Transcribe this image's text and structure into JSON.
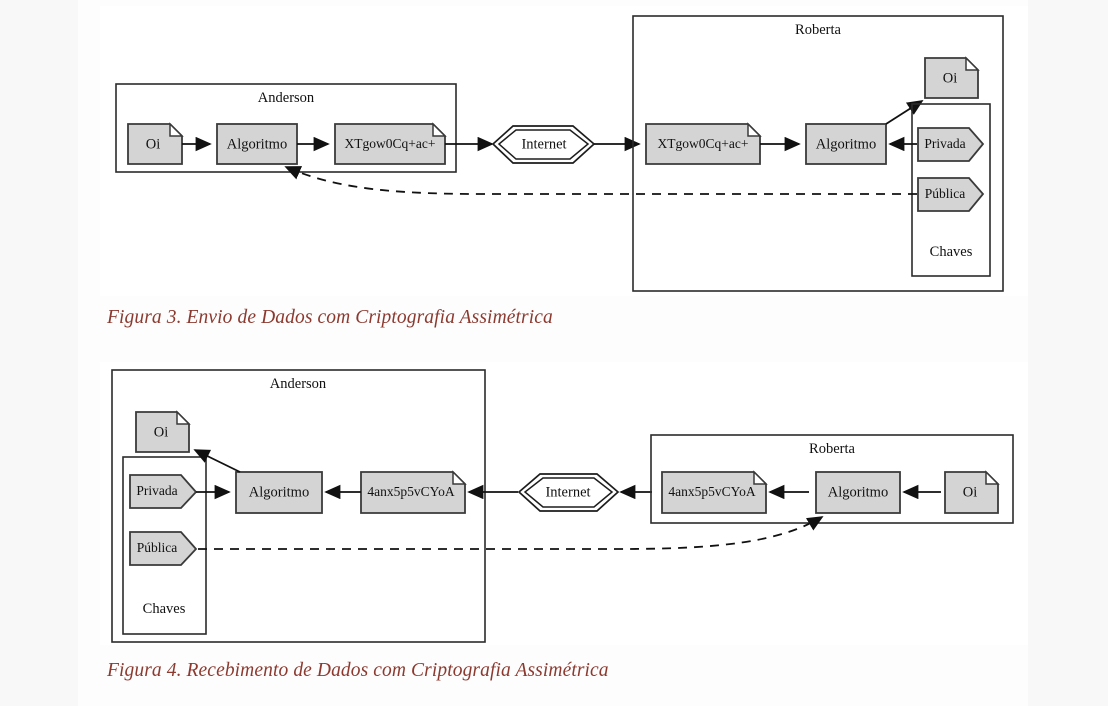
{
  "page": {
    "background_color": "#f8f8f8",
    "article_background_color": "#fdfdfd",
    "figure_background_color": "#ffffff",
    "caption_color": "#8c3a30",
    "node_fill_color": "#d4d4d4",
    "node_stroke_color": "#3a3a3a"
  },
  "figures": [
    {
      "id": "figure-3",
      "caption": "Figura 3. Envio de Dados com Criptografia Assimétrica",
      "containers": {
        "sender": "Anderson",
        "receiver": "Roberta",
        "keys": "Chaves"
      },
      "nodes": {
        "sender_plaintext": "Oi",
        "sender_algorithm": "Algoritmo",
        "sender_ciphertext": "XTgow0Cq+ac+",
        "network": "Internet",
        "receiver_ciphertext": "XTgow0Cq+ac+",
        "receiver_algorithm": "Algoritmo",
        "receiver_plaintext": "Oi",
        "key_private": "Privada",
        "key_public": "Pública"
      }
    },
    {
      "id": "figure-4",
      "caption": "Figura 4. Recebimento de Dados com Criptografia Assimétrica",
      "containers": {
        "receiver": "Anderson",
        "sender": "Roberta",
        "keys": "Chaves"
      },
      "nodes": {
        "receiver_plaintext": "Oi",
        "receiver_algorithm": "Algoritmo",
        "receiver_ciphertext": "4anx5p5vCYoA",
        "network": "Internet",
        "sender_ciphertext": "4anx5p5vCYoA",
        "sender_algorithm": "Algoritmo",
        "sender_plaintext": "Oi",
        "key_private": "Privada",
        "key_public": "Pública"
      }
    }
  ],
  "chart_data": {
    "type": "diagram",
    "title": "Criptografia Assimétrica — Envio e Recebimento de Dados",
    "diagrams": [
      {
        "name": "Figura 3. Envio de Dados com Criptografia Assimétrica",
        "nodes": [
          {
            "id": "a-oi",
            "label": "Oi",
            "shape": "document",
            "container": "Anderson"
          },
          {
            "id": "a-alg",
            "label": "Algoritmo",
            "shape": "rect",
            "container": "Anderson"
          },
          {
            "id": "a-ct",
            "label": "XTgow0Cq+ac+",
            "shape": "document",
            "container": "Anderson"
          },
          {
            "id": "net",
            "label": "Internet",
            "shape": "octagon",
            "container": null
          },
          {
            "id": "r-ct",
            "label": "XTgow0Cq+ac+",
            "shape": "document",
            "container": "Roberta"
          },
          {
            "id": "r-alg",
            "label": "Algoritmo",
            "shape": "rect",
            "container": "Roberta"
          },
          {
            "id": "r-oi",
            "label": "Oi",
            "shape": "document",
            "container": "Roberta"
          },
          {
            "id": "r-priv",
            "label": "Privada",
            "shape": "key",
            "container": "Chaves"
          },
          {
            "id": "r-pub",
            "label": "Pública",
            "shape": "key",
            "container": "Chaves"
          }
        ],
        "edges": [
          {
            "from": "a-oi",
            "to": "a-alg",
            "style": "solid"
          },
          {
            "from": "a-alg",
            "to": "a-ct",
            "style": "solid"
          },
          {
            "from": "a-ct",
            "to": "net",
            "style": "solid"
          },
          {
            "from": "net",
            "to": "r-ct",
            "style": "solid"
          },
          {
            "from": "r-ct",
            "to": "r-alg",
            "style": "solid"
          },
          {
            "from": "r-alg",
            "to": "r-oi",
            "style": "solid"
          },
          {
            "from": "r-priv",
            "to": "r-alg",
            "style": "solid"
          },
          {
            "from": "r-pub",
            "to": "a-alg",
            "style": "dashed"
          }
        ]
      },
      {
        "name": "Figura 4. Recebimento de Dados com Criptografia Assimétrica",
        "nodes": [
          {
            "id": "a-oi",
            "label": "Oi",
            "shape": "document",
            "container": "Anderson"
          },
          {
            "id": "a-alg",
            "label": "Algoritmo",
            "shape": "rect",
            "container": "Anderson"
          },
          {
            "id": "a-ct",
            "label": "4anx5p5vCYoA",
            "shape": "document",
            "container": "Anderson"
          },
          {
            "id": "a-priv",
            "label": "Privada",
            "shape": "key",
            "container": "Chaves"
          },
          {
            "id": "a-pub",
            "label": "Pública",
            "shape": "key",
            "container": "Chaves"
          },
          {
            "id": "net",
            "label": "Internet",
            "shape": "octagon",
            "container": null
          },
          {
            "id": "r-ct",
            "label": "4anx5p5vCYoA",
            "shape": "document",
            "container": "Roberta"
          },
          {
            "id": "r-alg",
            "label": "Algoritmo",
            "shape": "rect",
            "container": "Roberta"
          },
          {
            "id": "r-oi",
            "label": "Oi",
            "shape": "document",
            "container": "Roberta"
          }
        ],
        "edges": [
          {
            "from": "r-oi",
            "to": "r-alg",
            "style": "solid"
          },
          {
            "from": "r-alg",
            "to": "r-ct",
            "style": "solid"
          },
          {
            "from": "r-ct",
            "to": "net",
            "style": "solid"
          },
          {
            "from": "net",
            "to": "a-ct",
            "style": "solid"
          },
          {
            "from": "a-ct",
            "to": "a-alg",
            "style": "solid"
          },
          {
            "from": "a-priv",
            "to": "a-alg",
            "style": "solid"
          },
          {
            "from": "a-alg",
            "to": "a-oi",
            "style": "solid"
          },
          {
            "from": "a-pub",
            "to": "r-alg",
            "style": "dashed"
          }
        ]
      }
    ]
  }
}
